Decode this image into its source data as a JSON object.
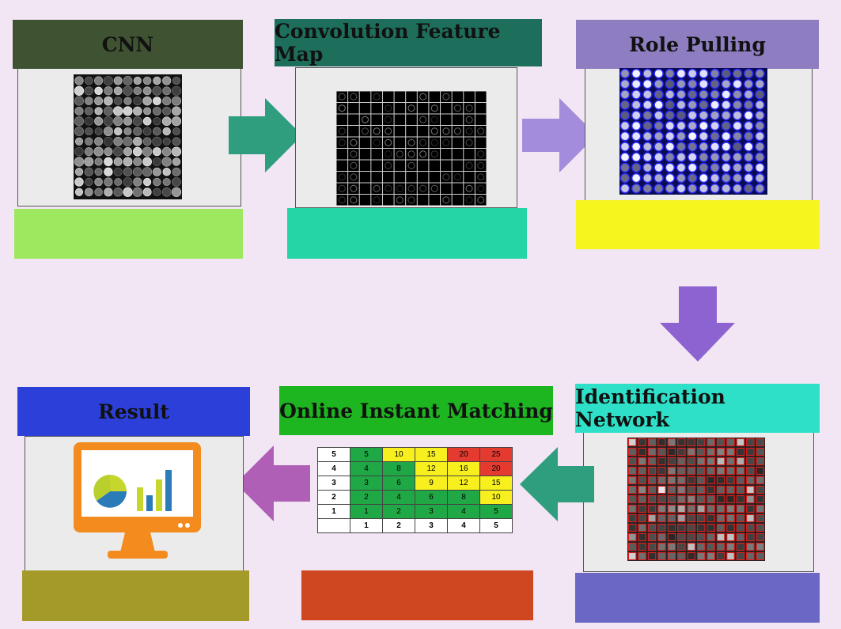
{
  "stages": {
    "cnn": {
      "title": "CNN"
    },
    "conv": {
      "title": "Convolution Feature Map"
    },
    "pool": {
      "title": "Role Pulling"
    },
    "ident": {
      "title": "Identification Network"
    },
    "match": {
      "title": "Online Instant Matching"
    },
    "result": {
      "title": "Result"
    }
  },
  "colors": {
    "background": "#f2e6f4",
    "cnn_header": "#3f5232",
    "cnn_footer": "#9de85f",
    "conv_header": "#1e6e5c",
    "conv_footer": "#26d5a6",
    "pool_header": "#8e7dc0",
    "pool_footer": "#f6f51e",
    "ident_header": "#2ee0c8",
    "ident_footer": "#6b67c4",
    "match_header": "#1db520",
    "match_footer": "#cf4720",
    "result_header": "#2c3fd8",
    "result_footer": "#a49a2a",
    "arrow_teal": "#2e9e7e",
    "arrow_lavender": "#a38cdc",
    "arrow_purple": "#8c63d0",
    "arrow_magenta": "#b05fb6"
  },
  "matrix": {
    "rows": [
      {
        "label": "5",
        "cells": [
          "5",
          "10",
          "15",
          "20",
          "25"
        ],
        "colors": [
          "green",
          "yellow",
          "yellow",
          "red",
          "red"
        ]
      },
      {
        "label": "4",
        "cells": [
          "4",
          "8",
          "12",
          "16",
          "20"
        ],
        "colors": [
          "green",
          "green",
          "yellow",
          "yellow",
          "red"
        ]
      },
      {
        "label": "3",
        "cells": [
          "3",
          "6",
          "9",
          "12",
          "15"
        ],
        "colors": [
          "green",
          "green",
          "yellow",
          "yellow",
          "yellow"
        ]
      },
      {
        "label": "2",
        "cells": [
          "2",
          "4",
          "6",
          "8",
          "10"
        ],
        "colors": [
          "green",
          "green",
          "green",
          "green",
          "yellow"
        ]
      },
      {
        "label": "1",
        "cells": [
          "1",
          "2",
          "3",
          "4",
          "5"
        ],
        "colors": [
          "green",
          "green",
          "green",
          "green",
          "green"
        ]
      }
    ],
    "x_labels": [
      "1",
      "2",
      "3",
      "4",
      "5"
    ]
  },
  "icons": {
    "result": "monitor-chart-icon",
    "cnn": "grayscale-cell-grid-image",
    "conv": "feature-grid-image",
    "pool": "blue-cell-grid-image",
    "ident": "red-detection-grid-image"
  }
}
